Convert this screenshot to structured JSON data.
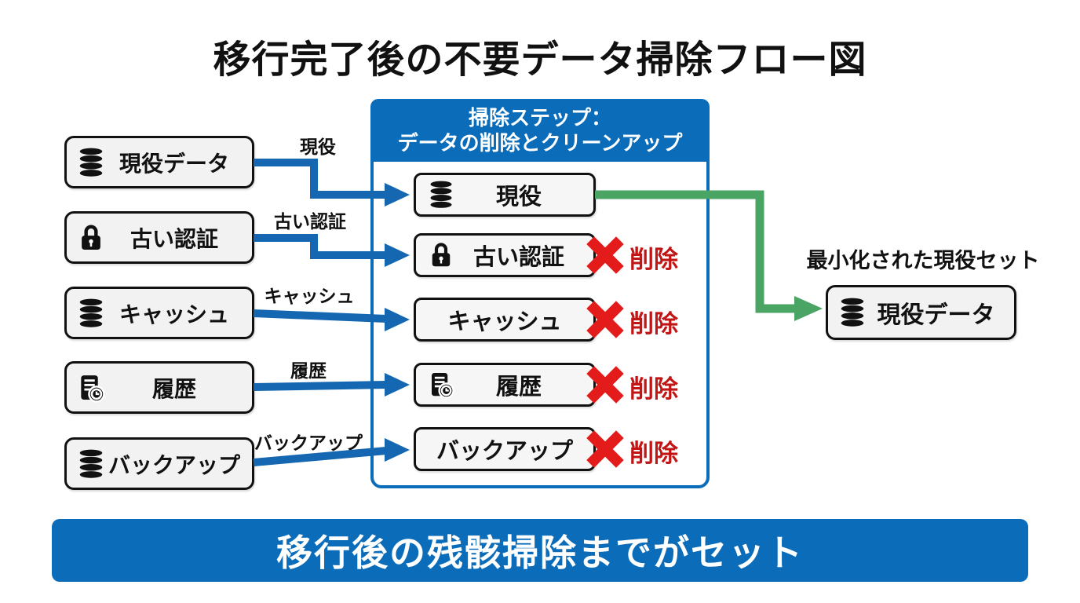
{
  "title": "移行完了後の不要データ掃除フロー図",
  "banner": "移行後の残骸掃除までがセット",
  "sources": [
    {
      "label": "現役データ",
      "icon": "database",
      "arrow_label": "現役"
    },
    {
      "label": "古い認証",
      "icon": "lock",
      "arrow_label": "古い認証"
    },
    {
      "label": "キャッシュ",
      "icon": "database",
      "arrow_label": "キャッシュ"
    },
    {
      "label": "履歴",
      "icon": "history",
      "arrow_label": "履歴"
    },
    {
      "label": "バックアップ",
      "icon": "database",
      "arrow_label": "バックアップ"
    }
  ],
  "cleanup_panel": {
    "header_line1": "掃除ステップ：",
    "header_line2": "データの削除とクリーンアップ",
    "items": [
      {
        "label": "現役",
        "icon": "database",
        "action": "keep"
      },
      {
        "label": "古い認証",
        "icon": "lock",
        "action": "delete",
        "action_label": "削除"
      },
      {
        "label": "キャッシュ",
        "icon": "none",
        "action": "delete",
        "action_label": "削除"
      },
      {
        "label": "履歴",
        "icon": "history",
        "action": "delete",
        "action_label": "削除"
      },
      {
        "label": "バックアップ",
        "icon": "none",
        "action": "delete",
        "action_label": "削除"
      }
    ]
  },
  "result": {
    "caption": "最小化された現役セット",
    "label": "現役データ",
    "icon": "database"
  },
  "colors": {
    "blue": "#0b6cba",
    "arrow-blue": "#1467b0",
    "green": "#4aa564",
    "x-red": "#e31b1b",
    "delete-red": "#c21616",
    "box-bg": "#f2f2f2",
    "mid-box-bg": "#f6f6f6",
    "border-dark": "#111111"
  }
}
